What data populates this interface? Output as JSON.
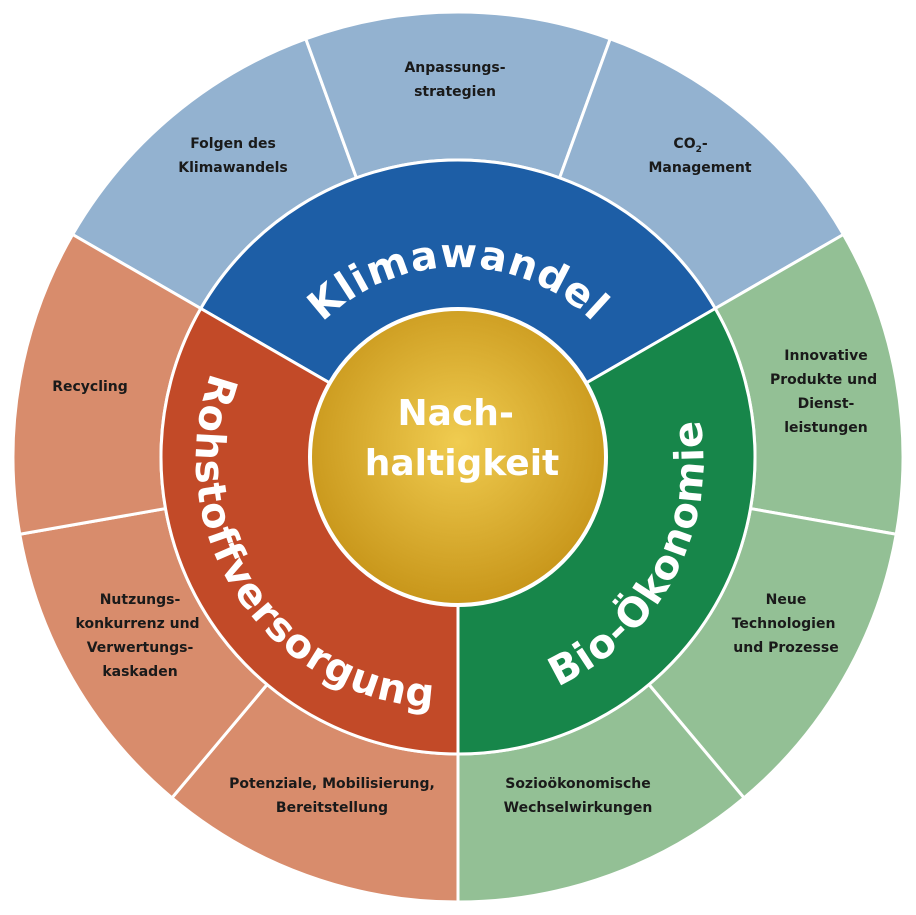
{
  "center": {
    "lines": [
      "Nach-",
      "haltigkeit"
    ]
  },
  "rings": {
    "klima": "Klimawandel",
    "rohstoff": "Rohstoffversorgung",
    "bio": "Bio-Ökonomie"
  },
  "segments": {
    "folgen": [
      "Folgen des",
      "Klimawandels"
    ],
    "anpassung": [
      "Anpassungs-",
      "strategien"
    ],
    "co2": [
      "CO",
      "2",
      "-",
      "Management"
    ],
    "innovative": [
      "Innovative",
      "Produkte und",
      "Dienst-",
      "leistungen"
    ],
    "neue": [
      "Neue",
      "Technologien",
      "und Prozesse"
    ],
    "sozio": [
      "Sozioökonomische",
      "Wechselwirkungen"
    ],
    "potenziale": [
      "Potenziale, Mobilisierung,",
      "Bereitstellung"
    ],
    "nutzung": [
      "Nutzungs-",
      "konkurrenz und",
      "Verwertungs-",
      "kaskaden"
    ],
    "recycling": [
      "Recycling"
    ]
  },
  "colors": {
    "blue_ring": "#1d5ea6",
    "red_ring": "#c24a28",
    "green_ring": "#17864a",
    "center": "#dcae22",
    "blue_outer": "#93b2d0",
    "red_outer": "#d88c6c",
    "green_outer": "#93c095"
  }
}
